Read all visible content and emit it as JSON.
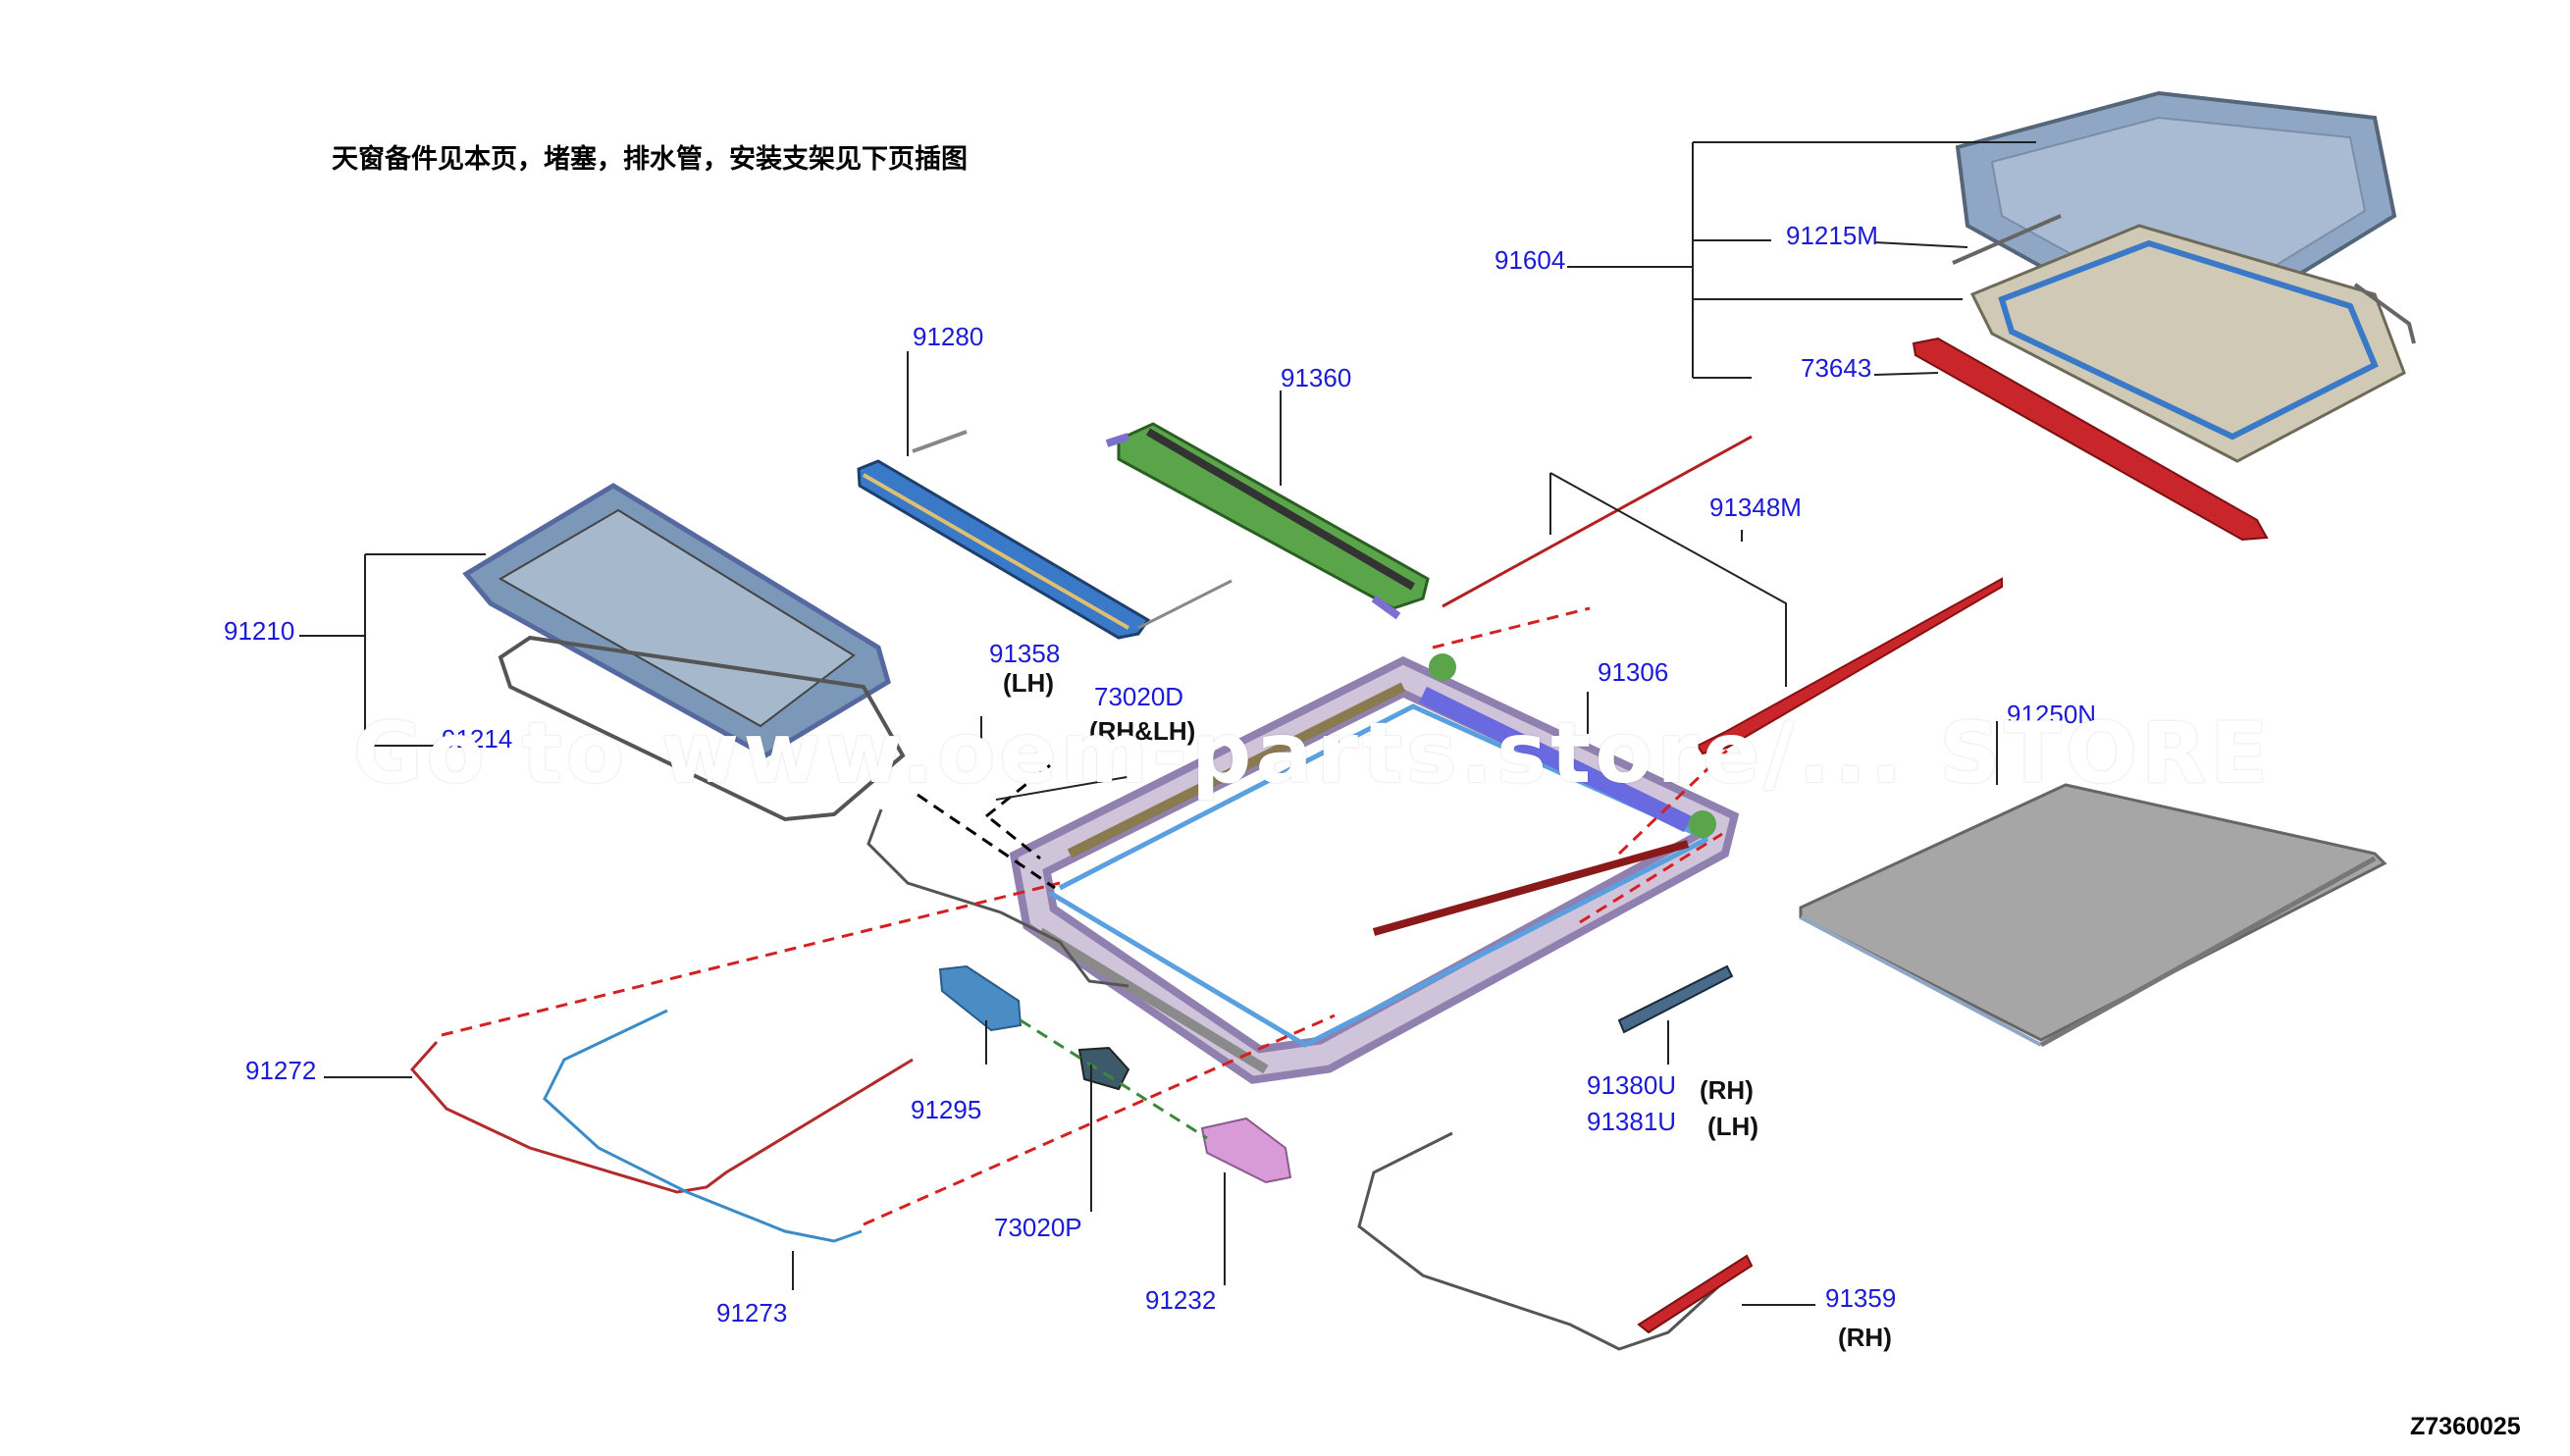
{
  "diagram": {
    "note": "天窗备件见本页，堵塞，排水管，安装支架见下页插图",
    "figure_code": "Z7360025",
    "watermark": "Go to www.oem-parts.store/...   STORE",
    "labels": {
      "p91604": "91604",
      "p91215M": "91215M",
      "p73643": "73643",
      "p91280": "91280",
      "p91360": "91360",
      "p91348M": "91348M",
      "p91210": "91210",
      "p91358": "91358",
      "p91358_side": "(LH)",
      "p73020D": "73020D",
      "p73020D_side": "(RH&LH)",
      "p91306": "91306",
      "p91250N": "91250N",
      "p91214": "91214",
      "p91272": "91272",
      "p91295": "91295",
      "p73020P": "73020P",
      "p91380U": "91380U",
      "p91380U_side": "(RH)",
      "p91381U": "91381U",
      "p91381U_side": "(LH)",
      "p91273": "91273",
      "p91232": "91232",
      "p91359": "91359",
      "p91359_side": "(RH)"
    },
    "colors": {
      "label": "#1a1ad8",
      "leader": "#222222",
      "dashed_red": "#d42020",
      "glass": "#8fa7c4",
      "frame_blue": "#3a78c8",
      "rail_green": "#5aa54a",
      "seal_red": "#c8262a",
      "purple": "#7d6fd0",
      "pink": "#d99ad8",
      "shade_gray": "#a6a6a6",
      "motor_blue": "#4a8cc4"
    }
  }
}
